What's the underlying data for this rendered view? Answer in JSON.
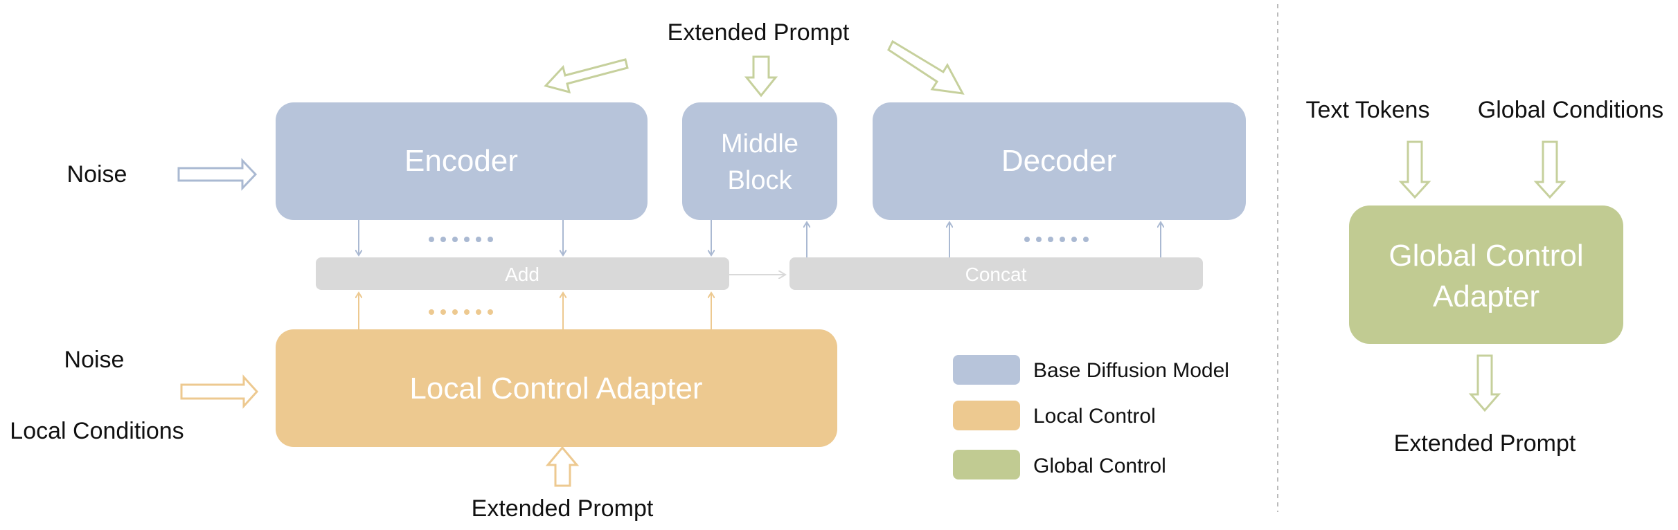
{
  "colors": {
    "base": "#B7C4DA",
    "local": "#EDC990",
    "global": "#C1CB92",
    "bar": "#D9D9D9",
    "local_arrow": "#EDC990",
    "global_arrow": "#C6D09C",
    "base_arrow": "#AAB9D2",
    "text": "#111111",
    "divider": "#BBBBBB"
  },
  "top_prompt": "Extended Prompt",
  "noise_top": "Noise",
  "noise_bottom": "Noise",
  "local_conditions": "Local Conditions",
  "bottom_prompt": "Extended Prompt",
  "blocks": {
    "encoder": "Encoder",
    "middle_line1": "Middle",
    "middle_line2": "Block",
    "decoder": "Decoder",
    "local_adapter": "Local Control Adapter"
  },
  "bars": {
    "add": "Add",
    "concat": "Concat"
  },
  "legend": [
    {
      "label": "Base Diffusion Model",
      "color": "#B7C4DA"
    },
    {
      "label": "Local Control",
      "color": "#EDC990"
    },
    {
      "label": "Global Control",
      "color": "#C1CB92"
    }
  ],
  "right_panel": {
    "text_tokens": "Text Tokens",
    "global_conditions": "Global Conditions",
    "adapter_line1": "Global Control",
    "adapter_line2": "Adapter",
    "output": "Extended Prompt"
  }
}
